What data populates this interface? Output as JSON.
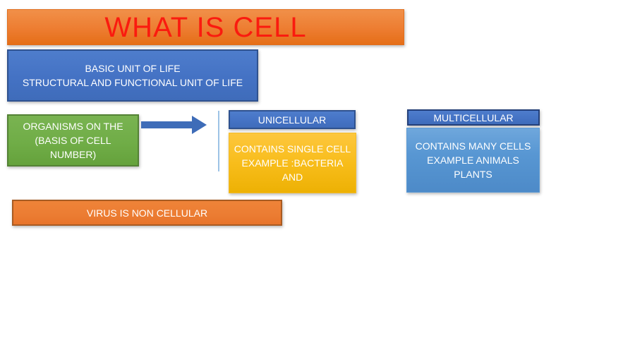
{
  "slide": {
    "title": {
      "label": "WHAT IS CELL",
      "text_color": "#FA1B0F",
      "fill": "#ED7D31"
    },
    "definition_box": {
      "lines": [
        "BASIC UNIT OF LIFE",
        "STRUCTURAL AND FUNCTIONAL UNIT OF LIFE"
      ],
      "fill": "#4472C4",
      "border": "#2F528F",
      "text_color": "#FFFFFF"
    },
    "organisms_box": {
      "lines": [
        "ORGANISMS ON THE",
        "(BASIS OF CELL",
        "NUMBER)"
      ],
      "fill": "#70AD47",
      "border": "#548235",
      "text_color": "#FFFFFF"
    },
    "arrow": {
      "direction": "right",
      "color": "#3E6CB8"
    },
    "divider": {
      "color": "#9DC3E6"
    },
    "unicellular": {
      "header": "UNICELLULAR",
      "header_fill": "#4472C4",
      "header_border": "#2F528F",
      "detail_lines": [
        "CONTAINS SINGLE CELL",
        "EXAMPLE :BACTERIA",
        "AND"
      ],
      "detail_fill": "#FFC000",
      "detail_text_color": "#FFFFFF"
    },
    "multicellular": {
      "header": "MULTICELLULAR",
      "header_fill": "#4472C4",
      "header_border": "#24407A",
      "detail_lines": [
        "CONTAINS MANY CELLS",
        "EXAMPLE ANIMALS",
        "PLANTS"
      ],
      "detail_fill": "#5B9BD5",
      "detail_text_color": "#FFFFFF"
    },
    "virus_box": {
      "label": "VIRUS IS NON CELLULAR",
      "fill": "#EC7D33",
      "border": "#A85B22",
      "text_color": "#FFFFFF"
    }
  }
}
